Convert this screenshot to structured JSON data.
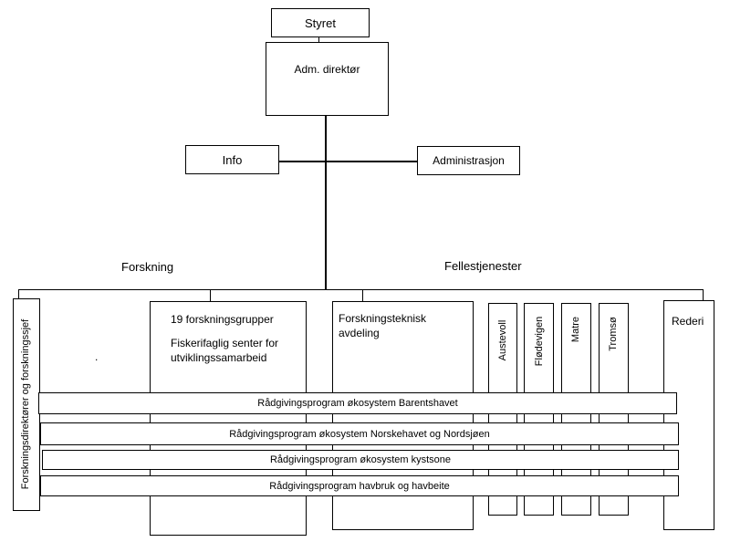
{
  "top": {
    "board": "Styret",
    "ceo": "Adm. direktør"
  },
  "staff": {
    "info": "Info",
    "administration": "Administrasjon"
  },
  "sections": {
    "research": "Forskning",
    "shared_services": "Fellestjenester"
  },
  "units": {
    "research_directors": "Forskningsdirektører og forskningssjef",
    "research_groups": "19 forskningsgrupper",
    "fisheries_center": "Fiskerifaglig senter for utviklingssamarbeid",
    "technical_dept": "Forskningsteknisk avdeling",
    "austevoll": "Austevoll",
    "flodevigen": "Flødevigen",
    "matre": "Matre",
    "tromso": "Tromsø",
    "rederi": "Rederi"
  },
  "programs": [
    "Rådgivingsprogram økosystem Barentshavet",
    "Rådgivingsprogram økosystem Norskehavet og Nordsjøen",
    "Rådgivingsprogram økosystem kystsone",
    "Rådgivingsprogram havbruk og havbeite"
  ],
  "misc": {
    "stray_dot": "."
  }
}
